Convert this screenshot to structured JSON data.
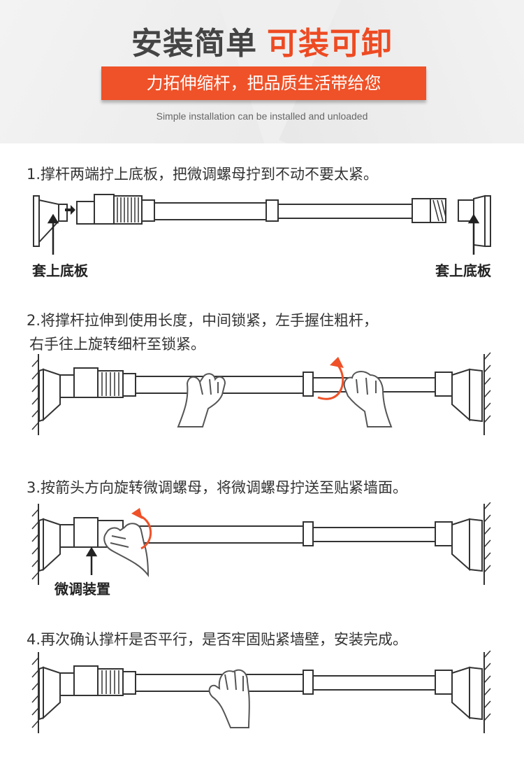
{
  "header": {
    "title_main": "安装简单",
    "title_accent": "可装可卸",
    "banner": "力拓伸缩杆，把品质生活带给您",
    "subtitle": "Simple installation can be installed and unloaded"
  },
  "steps": [
    {
      "text": "1.撑杆两端拧上底板，把微调螺母拧到不动不要太紧。"
    },
    {
      "text_line1": "2.将撑杆拉伸到使用长度，中间锁紧，左手握住粗杆，",
      "text_line2": " 右手往上旋转细杆至锁紧。"
    },
    {
      "text": "3.按箭头方向旋转微调螺母，将微调螺母拧送至贴紧墙面。"
    },
    {
      "text": "4.再次确认撑杆是否平行，是否牢固贴紧墙壁，安装完成。"
    }
  ],
  "labels": {
    "base_left": "套上底板",
    "base_right": "套上底板",
    "fine_tune": "微调装置"
  },
  "colors": {
    "accent": "#ef5128",
    "line": "#333333"
  }
}
